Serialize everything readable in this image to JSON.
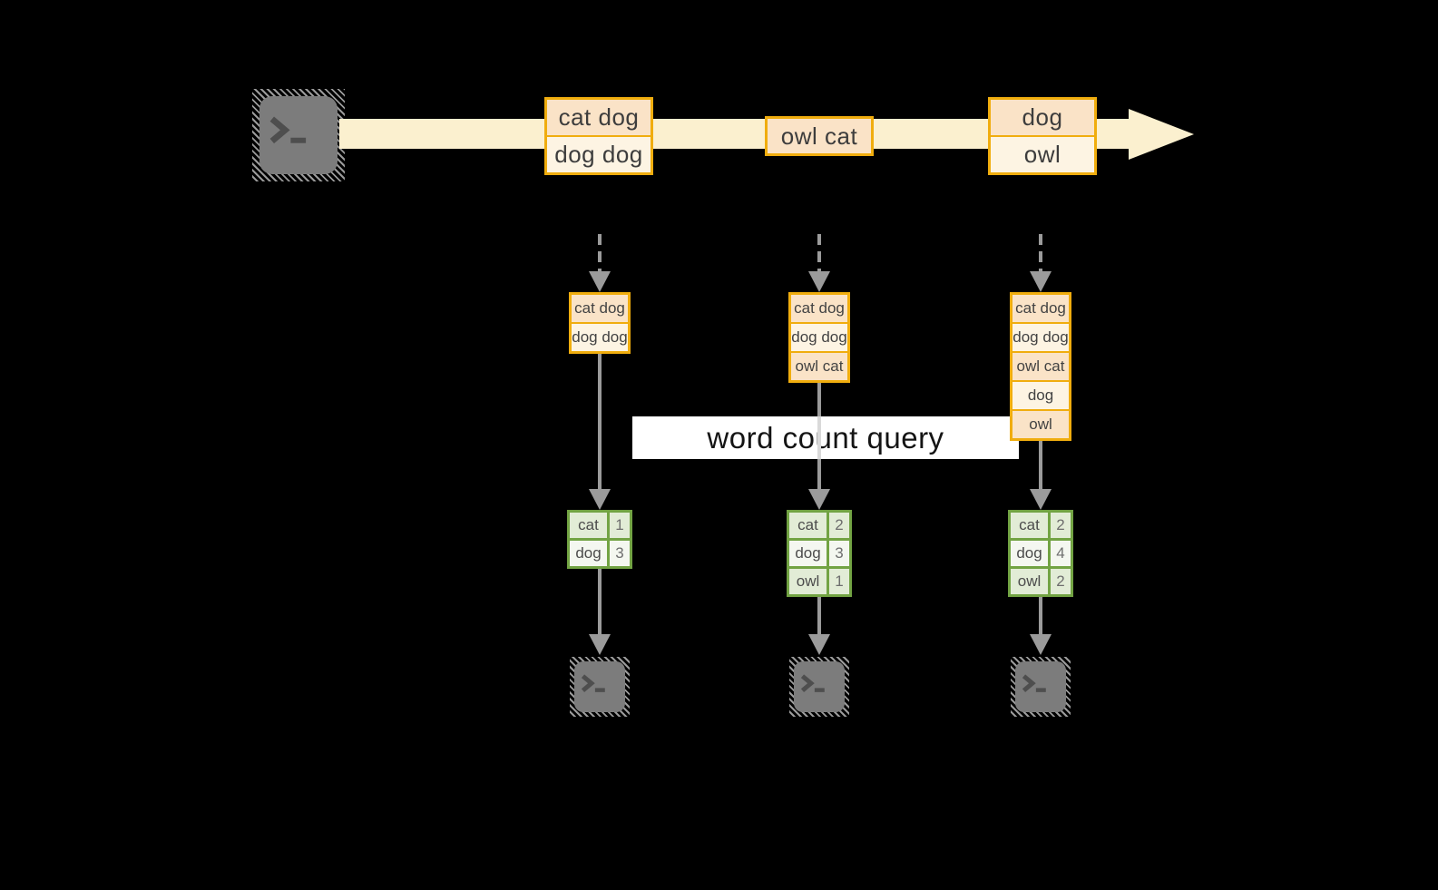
{
  "query": {
    "label": "word count query"
  },
  "stream": {
    "records": [
      {
        "lines": [
          "cat dog",
          "dog dog"
        ]
      },
      {
        "lines": [
          "owl cat"
        ]
      },
      {
        "lines": [
          "dog",
          "owl"
        ]
      }
    ]
  },
  "columns": [
    {
      "input_rows": [
        "cat dog",
        "dog dog"
      ],
      "result": [
        {
          "word": "cat",
          "count": "1"
        },
        {
          "word": "dog",
          "count": "3"
        }
      ]
    },
    {
      "input_rows": [
        "cat dog",
        "dog dog",
        "owl cat"
      ],
      "result": [
        {
          "word": "cat",
          "count": "2"
        },
        {
          "word": "dog",
          "count": "3"
        },
        {
          "word": "owl",
          "count": "1"
        }
      ]
    },
    {
      "input_rows": [
        "cat dog",
        "dog dog",
        "owl cat",
        "dog",
        "owl"
      ],
      "result": [
        {
          "word": "cat",
          "count": "2"
        },
        {
          "word": "dog",
          "count": "4"
        },
        {
          "word": "owl",
          "count": "2"
        }
      ]
    }
  ],
  "icons": {
    "source": "terminal-icon",
    "sinks": [
      "terminal-icon",
      "terminal-icon",
      "terminal-icon"
    ]
  },
  "colors": {
    "background": "#000000",
    "stream_band": "#FBF0CF",
    "record_border": "#F0AD0E",
    "record_fill_dark": "#FAE3C7",
    "record_fill_light": "#FDF4E3",
    "table_border": "#72A343",
    "table_fill_dark": "#E2ECD6",
    "table_fill_light": "#F4F7F0",
    "arrow_gray": "#9B9B9B",
    "query_box": "#FFFFFF"
  }
}
